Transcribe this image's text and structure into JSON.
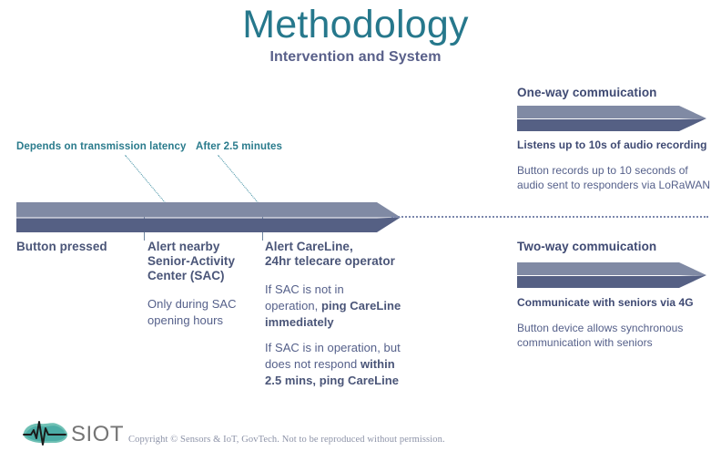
{
  "header": {
    "title": "Methodology",
    "subtitle": "Intervention and System"
  },
  "colors": {
    "teal": "#26788c",
    "slate_light": "#808aa4",
    "slate_dark": "#556084",
    "text": "#4a5578",
    "muted": "#8d93a8"
  },
  "timeline": {
    "annotations": [
      {
        "label": "Depends on transmission latency"
      },
      {
        "label": "After 2.5 minutes"
      }
    ],
    "steps": [
      {
        "heading": [
          "Button pressed"
        ],
        "body": []
      },
      {
        "heading": [
          "Alert nearby",
          "Senior-Activity",
          "Center (SAC)"
        ],
        "body": [
          {
            "parts": [
              {
                "text": "Only during SAC",
                "bold": false
              }
            ]
          },
          {
            "parts": [
              {
                "text": "opening hours",
                "bold": false
              }
            ]
          }
        ]
      },
      {
        "heading": [
          "Alert CareLine,",
          "24hr telecare operator"
        ],
        "body": [
          {
            "parts": [
              {
                "text": "If SAC is not in",
                "bold": false
              }
            ]
          },
          {
            "parts": [
              {
                "text": "operation, ",
                "bold": false
              },
              {
                "text": "ping CareLine",
                "bold": true
              }
            ]
          },
          {
            "parts": [
              {
                "text": "immediately",
                "bold": true
              }
            ]
          },
          {
            "parts": []
          },
          {
            "parts": [
              {
                "text": "If SAC is in operation, but",
                "bold": false
              }
            ]
          },
          {
            "parts": [
              {
                "text": "does not respond ",
                "bold": false
              },
              {
                "text": "within",
                "bold": true
              }
            ]
          },
          {
            "parts": [
              {
                "text": "2.5 mins, ping CareLine",
                "bold": true
              }
            ]
          }
        ]
      }
    ]
  },
  "systems": [
    {
      "title": "One-way commuication",
      "subtitle": "Listens up to 10s of audio recording",
      "body": [
        "Button records up to 10 seconds of",
        "audio sent to responders via LoRaWAN"
      ]
    },
    {
      "title": "Two-way commuication",
      "subtitle": "Communicate with seniors via 4G",
      "body": [
        "Button device allows synchronous",
        "communication with seniors"
      ]
    }
  ],
  "footer": {
    "logo_text": "SIOT",
    "copyright": "Copyright © Sensors & IoT, GovTech. Not to be reproduced without permission."
  }
}
